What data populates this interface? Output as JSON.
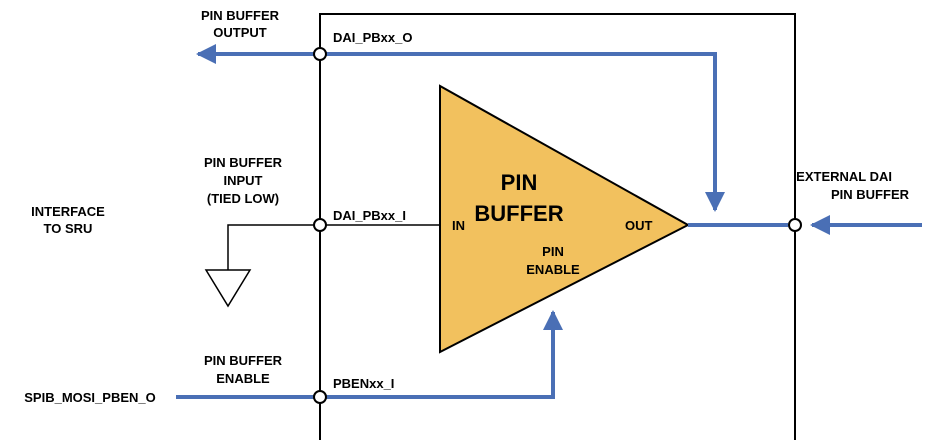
{
  "labels": {
    "pin_buffer_output": [
      "PIN BUFFER",
      "OUTPUT"
    ],
    "pin_buffer_input": [
      "PIN BUFFER",
      "INPUT",
      "(TIED LOW)"
    ],
    "interface_to_sru": [
      "INTERFACE",
      "TO SRU"
    ],
    "pin_buffer_enable": [
      "PIN BUFFER",
      "ENABLE"
    ],
    "external_dai": [
      "EXTERNAL DAI",
      "PIN BUFFER"
    ],
    "signal_o": "DAI_PBxx_O",
    "signal_i": "DAI_PBxx_I",
    "signal_en": "PBENxx_I",
    "spib": "SPIB_MOSI_PBEN_O",
    "buffer_title": [
      "PIN",
      "BUFFER"
    ],
    "in": "IN",
    "out": "OUT",
    "pin_enable": [
      "PIN",
      "ENABLE"
    ]
  },
  "colors": {
    "signal_line": "#4a6fb5",
    "buffer_fill": "#f2c15e",
    "outline": "#000000"
  },
  "icons": {
    "ground": "ground-symbol-icon",
    "buffer": "triangle-buffer-icon"
  }
}
